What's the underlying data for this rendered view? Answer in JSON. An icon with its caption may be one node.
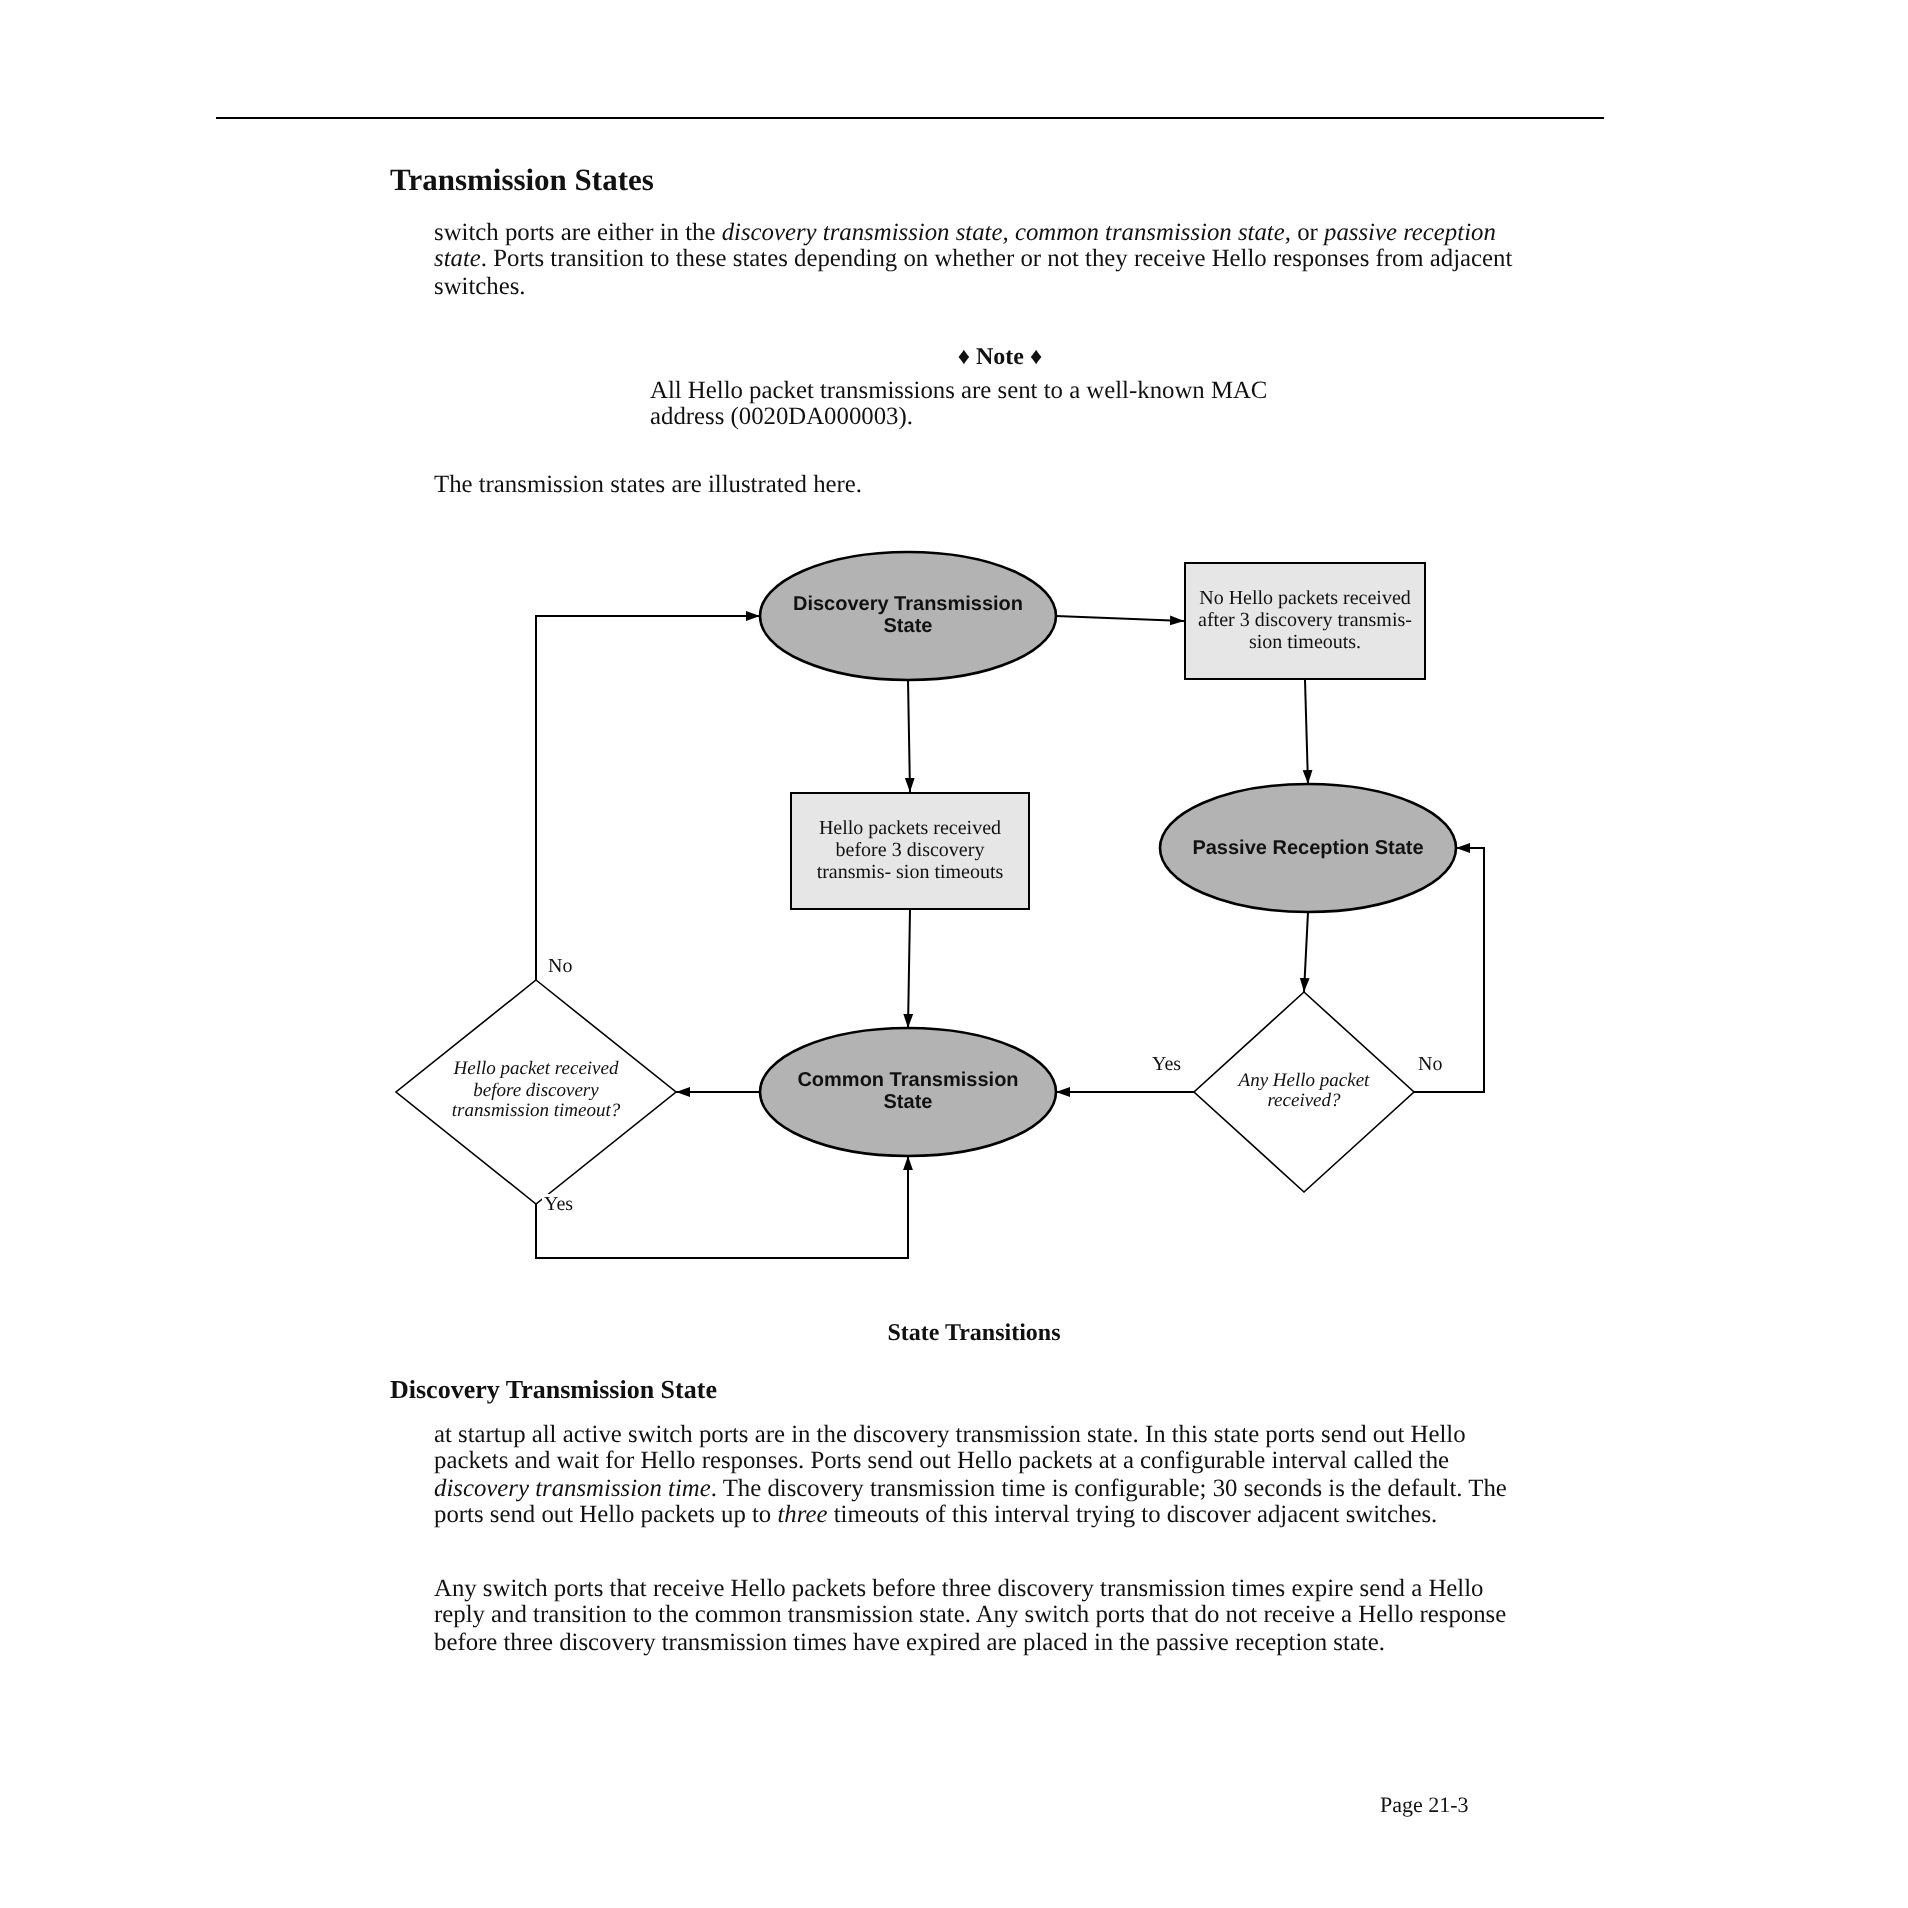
{
  "diagram": {
    "title": "Transmission States",
    "caption": "State Transitions",
    "nodes": [
      {
        "text": [
          "Discovery Transmission State"
        ]
      },
      {
        "text": [
          "No Hello packets received after 3 discovery transmis- sion timeouts."
        ]
      },
      {
        "text": [
          "Hello packets received before 3 discovery transmis- sion timeouts"
        ]
      },
      {
        "text": [
          "Passive Reception State"
        ]
      },
      {
        "text": [
          "Common Transmission State"
        ]
      },
      {
        "text": [
          "Hello packet received before discovery transmission timeout?"
        ]
      },
      {
        "text": [
          "Any Hello packet received?"
        ]
      }
    ],
    "edges": [
      {
        "from": 0,
        "to": 1,
        "arrow": "to"
      },
      {
        "from": 1,
        "to": 3,
        "arrow": "to"
      },
      {
        "from": 0,
        "to": 2,
        "arrow": "to"
      },
      {
        "from": 2,
        "to": 4,
        "arrow": "to"
      },
      {
        "from": 3,
        "to": 6,
        "arrow": "to"
      },
      {
        "from": 6,
        "to": 4,
        "arrow": "to",
        "label": "Yes"
      },
      {
        "from": 6,
        "to": 3,
        "arrow": "to",
        "label": "No"
      },
      {
        "from": 4,
        "to": 5,
        "arrow": "to"
      },
      {
        "from": 5,
        "to": 0,
        "arrow": "to",
        "label": "No"
      },
      {
        "from": 5,
        "to": 4,
        "arrow": "to",
        "label": "Yes"
      }
    ],
    "labels": [
      "switch ports are either in the *discovery transmission state, common transmission state,* or *passive reception state*. Ports transition to these states depending on whether or not they receive Hello responses from adjacent switches.",
      "♦ Note ♦",
      "All Hello packet transmissions are sent to a well-known MAC address (0020DA000003).",
      "The transmission states are illustrated here.",
      "Discovery Transmission State",
      "at startup all active switch ports are in the discovery transmission state. In this state ports send out Hello packets and wait for Hello responses. Ports send out Hello packets at a configurable interval called the *discovery transmission time*. The discovery transmission time is configurable; 30 seconds is the default. The ports send out Hello packets up to *three* timeouts of this interval trying to discover adjacent switches.",
      "Any switch ports that receive Hello packets before three discovery transmission times expire send a Hello reply and transition to the common transmission state. Any switch ports that do not receive a Hello response before three discovery transmission times have expired are placed in the passive reception state.",
      "Page 21-3"
    ]
  }
}
